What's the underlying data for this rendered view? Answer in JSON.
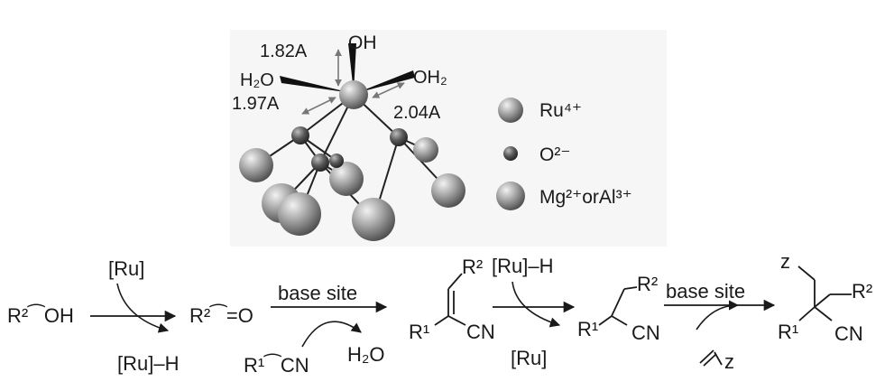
{
  "structure": {
    "labels": {
      "oh": "OH",
      "bond_oh": "1.82A",
      "h2o_left": "H₂O",
      "oh2_right": "OH₂",
      "bond_h2o": "1.97A",
      "bond_oh2": "2.04A"
    },
    "legend": [
      {
        "label": "Ru⁴⁺",
        "color": "#9a9a9a"
      },
      {
        "label": "O²⁻",
        "color": "#555555"
      },
      {
        "label": "Mg²⁺orAl³⁺",
        "color": "#a0a0a0"
      }
    ]
  },
  "scheme": {
    "compound_1": "R²⁀OH",
    "reagent_ru": "[Ru]",
    "product_ru_h_1": "[Ru]–H",
    "compound_2": "R²⁀=O",
    "condition_base_1": "base site",
    "reagent_nitrile": "R¹⁀CN",
    "byproduct_water": "H₂O",
    "compound_3_r2": "R²",
    "compound_3_r1": "R¹",
    "compound_3_cn": "CN",
    "reagent_ru_h": "[Ru]–H",
    "product_ru": "[Ru]",
    "compound_4_r2": "R²",
    "compound_4_r1": "R¹",
    "compound_4_cn": "CN",
    "condition_base_2": "base site",
    "reagent_alkene_z": "z",
    "compound_5_z": "z",
    "compound_5_r2": "R²",
    "compound_5_r1": "R¹",
    "compound_5_cn": "CN"
  }
}
